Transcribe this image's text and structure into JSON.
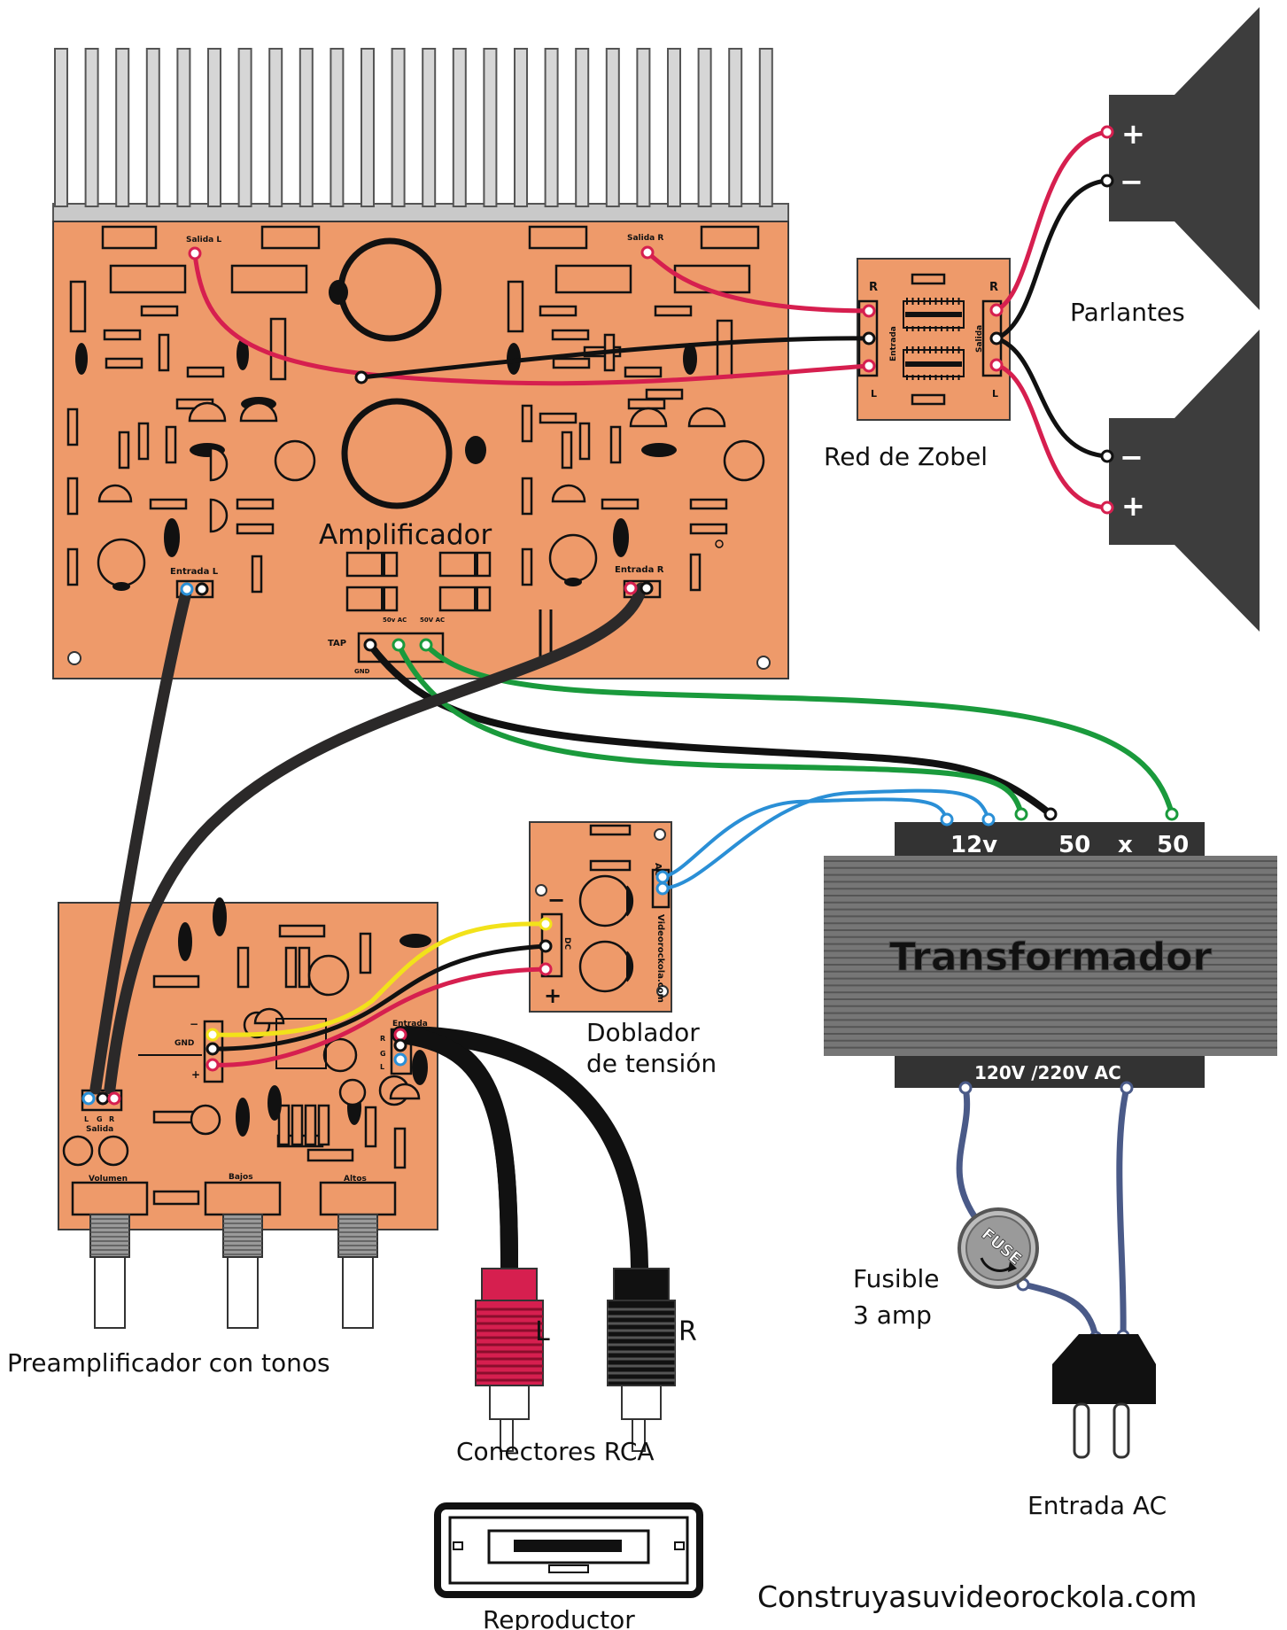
{
  "labels": {
    "parlantes": "Parlantes",
    "red_zobel": "Red de Zobel",
    "amplificador": "Amplificador",
    "preamp": "Preamplificador con tonos",
    "doblador_1": "Doblador",
    "doblador_2": "de tensión",
    "transformador": "Transformador",
    "conectores_rca": "Conectores RCA",
    "rca_l": "L",
    "rca_r": "R",
    "fusible_1": "Fusible",
    "fusible_2": "3 amp",
    "fuse_text": "FUSE",
    "entrada_ac": "Entrada AC",
    "reproductor": "Reproductor",
    "website": "Construyasuvideorockola.com"
  },
  "amp_board": {
    "salida_l": "Salida L",
    "salida_r": "Salida R",
    "entrada_l": "Entrada L",
    "entrada_r": "Entrada R",
    "tap": "TAP",
    "gnd": "GND",
    "ac1": "50v AC",
    "ac2": "50V AC"
  },
  "zobel_board": {
    "r_left": "R",
    "r_right": "R",
    "l_left": "L",
    "l_right": "L",
    "entrada": "Entrada",
    "salida": "Salida"
  },
  "speaker": {
    "plus": "+",
    "minus": "−"
  },
  "transformer": {
    "tap_12v": "12v",
    "tap_50a": "50",
    "tap_x": "x",
    "tap_50b": "50",
    "input": "120V /220V AC"
  },
  "doubler_board": {
    "ac": "AC",
    "dc": "DC",
    "minus": "−",
    "plus": "+",
    "brand": "Videorockola.com"
  },
  "preamp_board": {
    "gnd": "GND",
    "minus": "−",
    "plus": "+",
    "entrada": "Entrada",
    "r": "R",
    "g": "G",
    "l": "L",
    "salida": "Salida",
    "out_l": "L",
    "out_g": "G",
    "out_r": "R",
    "volumen": "Volumen",
    "bajos": "Bajos",
    "altos": "Altos"
  },
  "colors": {
    "board": "#ee9a6a",
    "red_wire": "#d61f4f",
    "black_wire": "#111111",
    "green_wire": "#1a9a3c",
    "blue_wire": "#2a8fd6",
    "yellow_wire": "#f2e21a",
    "cable": "#2b2929",
    "ac_wire": "#4a5a88",
    "transformer": "#767676",
    "speaker": "#3d3d3d"
  }
}
